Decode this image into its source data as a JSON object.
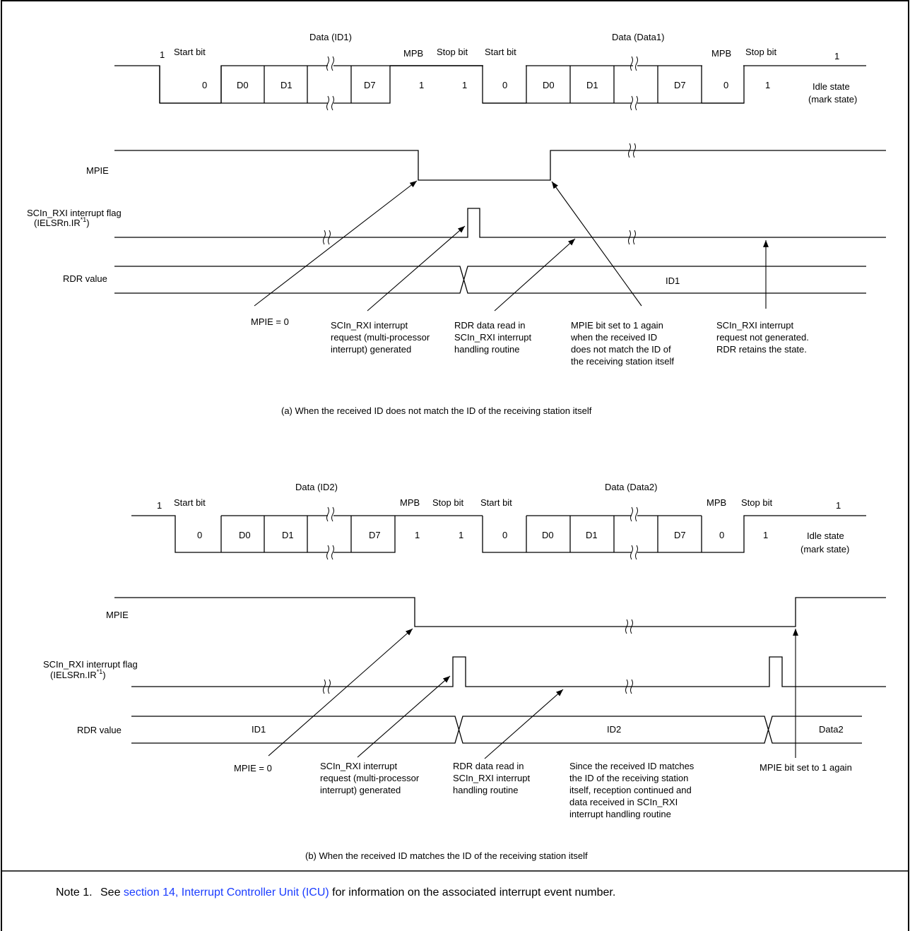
{
  "waveform_a": {
    "bits": [
      {
        "t": 1,
        "v": "1"
      },
      {
        "t": 2,
        "v": "Start bit"
      },
      {
        "t": 3,
        "v": "Data (ID1)"
      },
      {
        "t": 4,
        "v": "MPB"
      },
      {
        "t": 5,
        "v": "Stop bit"
      },
      {
        "t": 6,
        "v": "Start bit"
      },
      {
        "t": 7,
        "v": "Data (Data1)"
      },
      {
        "t": 8,
        "v": "MPB"
      },
      {
        "t": 9,
        "v": "Stop bit"
      },
      {
        "t": 10,
        "v": "1"
      }
    ],
    "cells": [
      "0",
      "D0",
      "D1",
      "D7",
      "1",
      "1",
      "0",
      "D0",
      "D1",
      "D7",
      "0",
      "1"
    ],
    "idle": [
      "Idle state",
      "(mark state)"
    ]
  },
  "signals_a": {
    "mpie": "MPIE",
    "flag": [
      "SCIn_RXI interrupt flag",
      "(IELSRn.IR",
      "*1",
      ")"
    ],
    "rdr": "RDR value",
    "rdr_value": "ID1"
  },
  "annotations_a": [
    [
      "MPIE = 0"
    ],
    [
      "SCIn_RXI interrupt",
      "request (multi-processor",
      "interrupt) generated"
    ],
    [
      "RDR data read in",
      "SCIn_RXI interrupt",
      "handling routine"
    ],
    [
      "MPIE bit set to 1 again",
      "when the received ID",
      "does not match the ID of",
      "the receiving station itself"
    ],
    [
      "SCIn_RXI interrupt",
      "request not generated.",
      "RDR retains the state."
    ]
  ],
  "caption_a": "(a) When the received ID does not match the ID of the receiving station itself",
  "waveform_b": {
    "bits": [
      {
        "t": 1,
        "v": "1"
      },
      {
        "t": 2,
        "v": "Start bit"
      },
      {
        "t": 3,
        "v": "Data (ID2)"
      },
      {
        "t": 4,
        "v": "MPB"
      },
      {
        "t": 5,
        "v": "Stop bit"
      },
      {
        "t": 6,
        "v": "Start bit"
      },
      {
        "t": 7,
        "v": "Data (Data2)"
      },
      {
        "t": 8,
        "v": "MPB"
      },
      {
        "t": 9,
        "v": "Stop bit"
      },
      {
        "t": 10,
        "v": "1"
      }
    ],
    "cells": [
      "0",
      "D0",
      "D1",
      "D7",
      "1",
      "1",
      "0",
      "D0",
      "D1",
      "D7",
      "0",
      "1"
    ],
    "idle": [
      "Idle state",
      "(mark state)"
    ]
  },
  "signals_b": {
    "mpie": "MPIE",
    "flag": [
      "SCIn_RXI interrupt flag",
      "(IELSRn.IR",
      "*1",
      ")"
    ],
    "rdr": "RDR value",
    "rdr_values": [
      "ID1",
      "ID2",
      "Data2"
    ]
  },
  "annotations_b": [
    [
      "MPIE = 0"
    ],
    [
      "SCIn_RXI interrupt",
      "request (multi-processor",
      "interrupt) generated"
    ],
    [
      "RDR data read in",
      "SCIn_RXI interrupt",
      "handling routine"
    ],
    [
      "Since the received ID matches",
      "the ID of the receiving station",
      "itself, reception continued and",
      "data received in SCIn_RXI",
      "interrupt handling routine"
    ],
    [
      "MPIE bit set to 1 again"
    ]
  ],
  "caption_b": "(b) When the received ID matches the ID of the receiving station itself",
  "note": {
    "label": "Note 1.",
    "prefix": "See ",
    "link": "section 14, Interrupt Controller Unit (ICU)",
    "suffix": " for information on the associated interrupt event number."
  }
}
